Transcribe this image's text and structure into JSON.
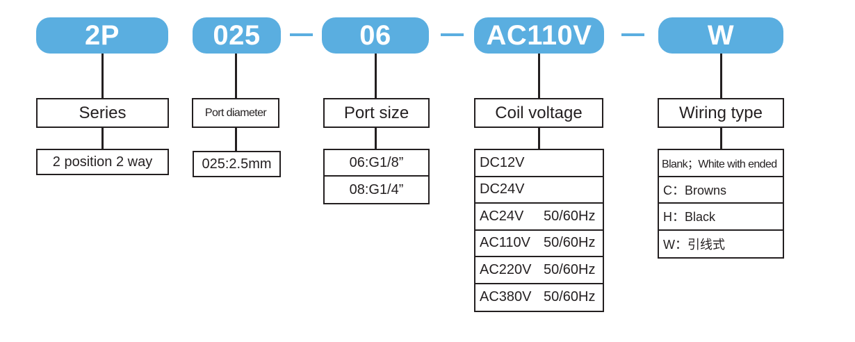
{
  "codes": [
    {
      "id": "series",
      "code": "2P"
    },
    {
      "id": "diameter",
      "code": "025"
    },
    {
      "id": "portsize",
      "code": "06"
    },
    {
      "id": "voltage",
      "code": "AC110V"
    },
    {
      "id": "wiring",
      "code": "W"
    }
  ],
  "titles": {
    "series": "Series",
    "diameter": "Port diameter",
    "portsize": "Port size",
    "voltage": "Coil voltage",
    "wiring": "Wiring type"
  },
  "options": {
    "series": [
      "2 position 2 way"
    ],
    "diameter": [
      "025:2.5mm"
    ],
    "portsize": [
      "06:G1/8”",
      "08:G1/4”"
    ],
    "voltage": [
      {
        "v": "DC12V",
        "f": ""
      },
      {
        "v": "DC24V",
        "f": ""
      },
      {
        "v": "AC24V",
        "f": "50/60Hz"
      },
      {
        "v": "AC110V",
        "f": "50/60Hz"
      },
      {
        "v": "AC220V",
        "f": "50/60Hz"
      },
      {
        "v": "AC380V",
        "f": "50/60Hz"
      }
    ],
    "wiring": [
      "Blank；White with ended",
      "C：Browns",
      "H：Black",
      "W：引线式"
    ]
  },
  "colors": {
    "pill": "#5aaee0",
    "line": "#231f20"
  }
}
